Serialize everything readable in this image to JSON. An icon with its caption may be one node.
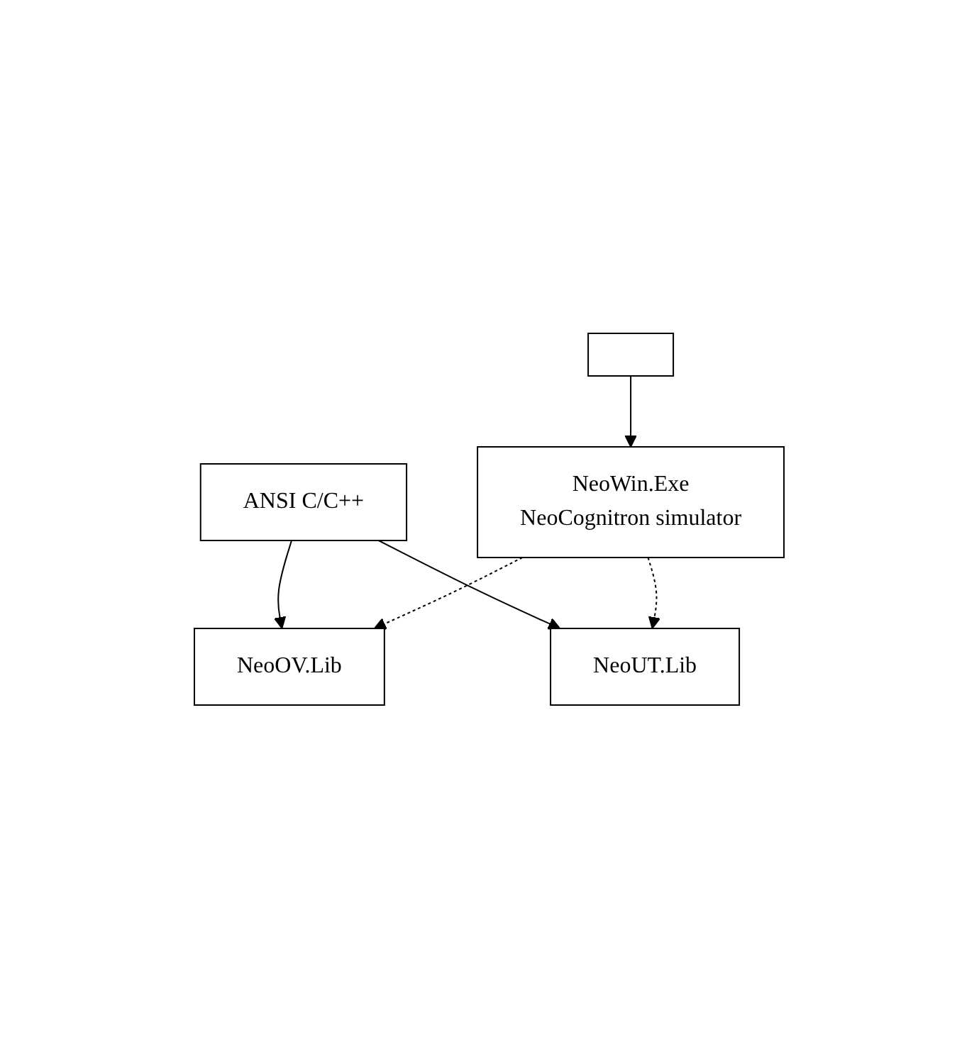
{
  "diagram": {
    "nodes": [
      {
        "text": [
          "ANSI C/C++"
        ]
      },
      {
        "text": [
          "NeoOV.Lib"
        ]
      },
      {
        "text": [
          "NeoUT.Lib"
        ]
      },
      {
        "text": [
          "NeoWin.Exe",
          "NeoCognitron simulator"
        ]
      },
      {
        "text": [],
        "shape": "box"
      }
    ],
    "edges": [
      {
        "from": 0,
        "to": 1,
        "arrow": "to"
      },
      {
        "from": 0,
        "to": 2,
        "arrow": "to"
      },
      {
        "from": 3,
        "to": 1,
        "arrow": "to",
        "style": "dashed"
      },
      {
        "from": 3,
        "to": 2,
        "arrow": "to",
        "style": "dashed"
      },
      {
        "from": 4,
        "to": 3,
        "arrow": "to"
      }
    ]
  }
}
